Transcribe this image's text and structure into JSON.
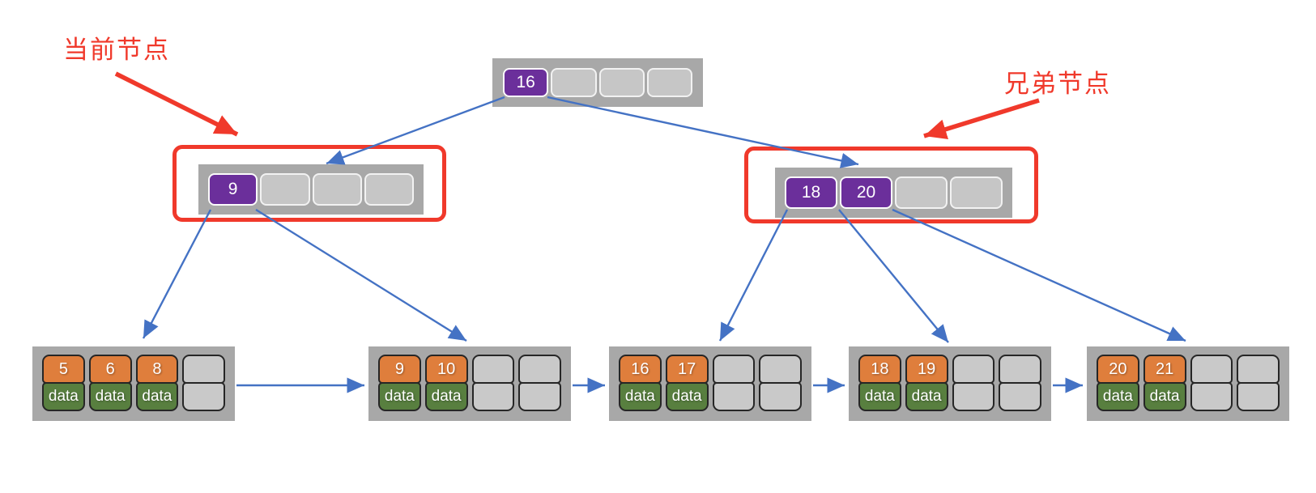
{
  "annotations": {
    "current_node_label": "当前节点",
    "sibling_node_label": "兄弟节点"
  },
  "tree": {
    "root": {
      "keys": [
        "16"
      ],
      "slots": 4
    },
    "current": {
      "keys": [
        "9"
      ],
      "slots": 4
    },
    "sibling": {
      "keys": [
        "18",
        "20"
      ],
      "slots": 4
    },
    "leaves": [
      {
        "keys": [
          "5",
          "6",
          "8"
        ],
        "data_label": "data",
        "slots": 4
      },
      {
        "keys": [
          "9",
          "10"
        ],
        "data_label": "data",
        "slots": 4
      },
      {
        "keys": [
          "16",
          "17"
        ],
        "data_label": "data",
        "slots": 4
      },
      {
        "keys": [
          "18",
          "19"
        ],
        "data_label": "data",
        "slots": 4
      },
      {
        "keys": [
          "20",
          "21"
        ],
        "data_label": "data",
        "slots": 4
      }
    ]
  },
  "colors": {
    "internal_key_bg": "#6B2F9B",
    "leaf_key_bg": "#DF7E3C",
    "leaf_data_bg": "#587F3F",
    "node_frame_bg": "#A8A8A8",
    "empty_cell_bg": "#C6C6C6",
    "pointer_arrow_blue": "#4472C4",
    "annotation_red": "#F0392B"
  }
}
